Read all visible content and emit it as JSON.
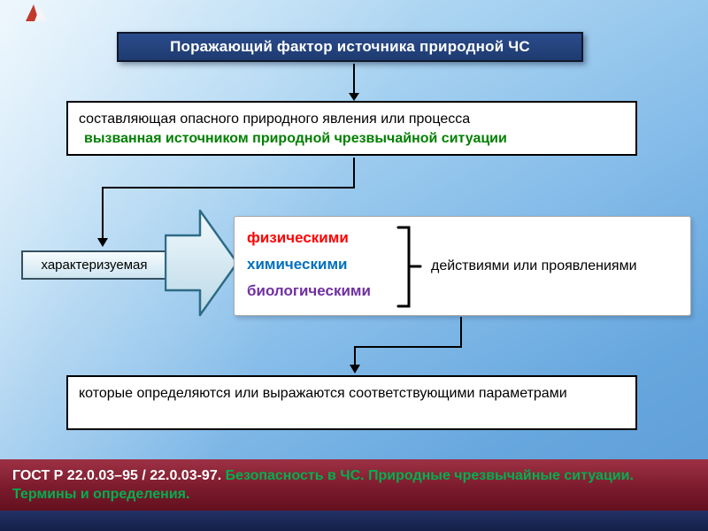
{
  "slide": {
    "title": "Поражающий фактор источника природной ЧС",
    "definition_line1": "составляющая опасного природного явления или процесса",
    "definition_line2": "вызванная источником природной чрезвычайной ситуации",
    "characterized_label": "характеризуемая",
    "factors": {
      "items": [
        {
          "label": "физическими",
          "color": "#ff0000"
        },
        {
          "label": "химическими",
          "color": "#0070c0"
        },
        {
          "label": "биологическими",
          "color": "#7030a0"
        }
      ],
      "suffix": "действиями или проявлениями"
    },
    "parameters_text": "которые определяются или выражаются соответствующими параметрами",
    "footer": {
      "gost_ref": "ГОСТ Р 22.0.03–95 / 22.0.03-97.",
      "gost_title": " Безопасность в ЧС. Природные чрезвычайные ситуации. Термины и  определения."
    },
    "colors": {
      "title_bg": "#24437e",
      "definition_green": "#008000",
      "factor_red": "#ff0000",
      "factor_blue": "#0070c0",
      "factor_purple": "#7030a0",
      "footer_bg": "#7c1b2d",
      "footer_green": "#00b050",
      "background_blue": "#67a7de"
    }
  }
}
